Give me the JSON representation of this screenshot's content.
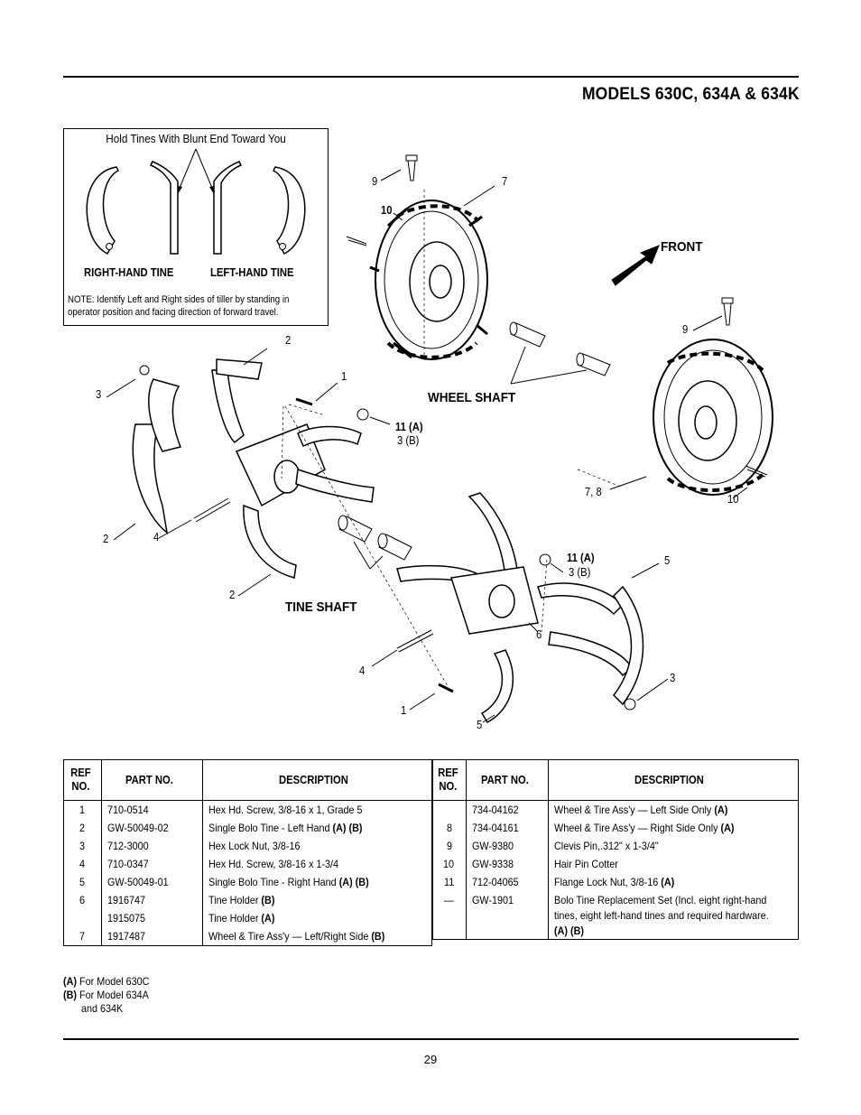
{
  "header": {
    "models_title": "MODELS 630C, 634A & 634K"
  },
  "inset": {
    "hold_text": "Hold Tines With Blunt End Toward You",
    "right_hand_label": "RIGHT-HAND TINE",
    "left_hand_label": "LEFT-HAND TINE",
    "note": "NOTE: Identify Left and Right sides of tiller by standing in operator position and facing direction of forward travel."
  },
  "diagram": {
    "labels": {
      "front": "FRONT",
      "wheel_shaft": "WHEEL SHAFT",
      "tine_shaft": "TINE SHAFT",
      "l9a": "9",
      "l7a": "7",
      "l10a": "10",
      "l9b": "9",
      "l78": "7, 8",
      "l10b": "10",
      "l2a": "2",
      "l3a": "3",
      "l1a": "1",
      "l11a": "11 (A)",
      "l3b": "3 (B)",
      "l2b": "2",
      "l4a": "4",
      "l2c": "2",
      "l11b": "11 (A)",
      "l3c": "3 (B)",
      "l5a": "5",
      "l6": "6",
      "l4b": "4",
      "l3d": "3",
      "l1b": "1",
      "l5b": "5"
    }
  },
  "parts_table": {
    "headers": {
      "ref": "REF NO.",
      "part": "PART NO.",
      "desc": "DESCRIPTION"
    },
    "left": [
      {
        "ref": "1",
        "part": "710-0514",
        "desc": "Hex Hd. Screw, 3/8-16 x 1, Grade 5",
        "mark": ""
      },
      {
        "ref": "2",
        "part": "GW-50049-02",
        "desc": "Single Bolo Tine - Left Hand ",
        "mark": "(A) (B)"
      },
      {
        "ref": "3",
        "part": "712-3000",
        "desc": "Hex Lock Nut, 3/8-16",
        "mark": ""
      },
      {
        "ref": "4",
        "part": "710-0347",
        "desc": "Hex Hd. Screw, 3/8-16 x 1-3/4",
        "mark": ""
      },
      {
        "ref": "5",
        "part": "GW-50049-01",
        "desc": "Single Bolo Tine - Right Hand ",
        "mark": "(A) (B)"
      },
      {
        "ref": "6",
        "part": "1916747",
        "desc": "Tine Holder ",
        "mark": "(B)"
      },
      {
        "ref": "",
        "part": "1915075",
        "desc": "Tine Holder ",
        "mark": "(A)"
      },
      {
        "ref": "7",
        "part": "1917487",
        "desc": "Wheel & Tire Ass'y — Left/Right Side ",
        "mark": "(B)"
      }
    ],
    "right": [
      {
        "ref": "",
        "part": "734-04162",
        "desc": "Wheel & Tire Ass'y — Left Side Only ",
        "mark": "(A)"
      },
      {
        "ref": "8",
        "part": "734-04161",
        "desc": "Wheel & Tire Ass'y — Right Side Only ",
        "mark": "(A)"
      },
      {
        "ref": "9",
        "part": "GW-9380",
        "desc": "Clevis Pin,.312\" x 1-3/4\"",
        "mark": ""
      },
      {
        "ref": "10",
        "part": "GW-9338",
        "desc": "Hair Pin Cotter",
        "mark": ""
      },
      {
        "ref": "11",
        "part": "712-04065",
        "desc": "Flange Lock Nut, 3/8-16 ",
        "mark": "(A)"
      },
      {
        "ref": "—",
        "part": "GW-1901",
        "desc": "Bolo Tine Replacement Set (Incl. eight right-hand tines, eight left-hand tines and required hardware. ",
        "mark": "(A) (B)"
      }
    ]
  },
  "footnotes": [
    {
      "key": "(A)",
      "text": " For Model 630C"
    },
    {
      "key": "(B)",
      "text": " For Model 634A"
    },
    {
      "key": "",
      "text": "and 634K"
    }
  ],
  "page_number": "29"
}
